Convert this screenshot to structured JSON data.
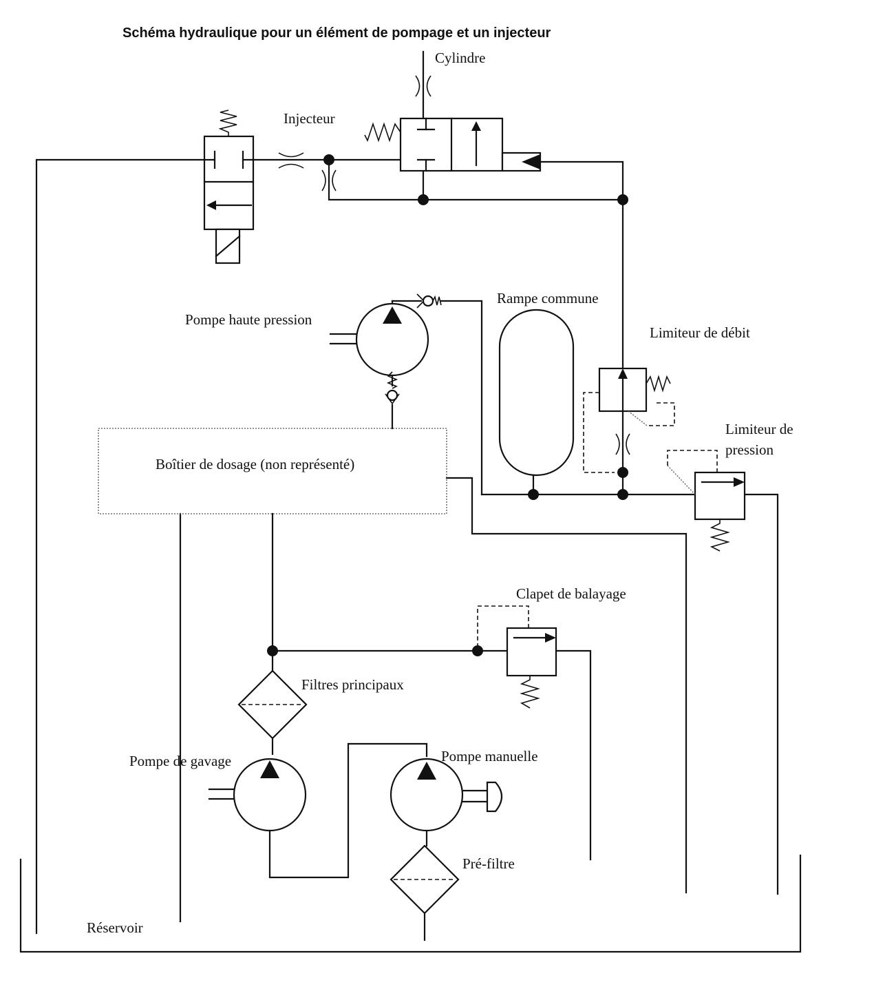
{
  "title": "Schéma hydraulique pour un élément de pompage et un injecteur",
  "labels": {
    "cylindre": "Cylindre",
    "injecteur": "Injecteur",
    "rampe_commune": "Rampe commune",
    "pompe_haute_pression": "Pompe haute pression",
    "limiteur_debit": "Limiteur de débit",
    "limiteur_pression_1": "Limiteur de",
    "limiteur_pression_2": "pression",
    "boitier_dosage": "Boîtier de dosage (non représenté)",
    "clapet_balayage": "Clapet de balayage",
    "filtres_principaux": "Filtres principaux",
    "pompe_gavage": "Pompe de gavage",
    "pompe_manuelle": "Pompe  manuelle",
    "pre_filtre": "Pré-filtre",
    "reservoir": "Réservoir"
  }
}
